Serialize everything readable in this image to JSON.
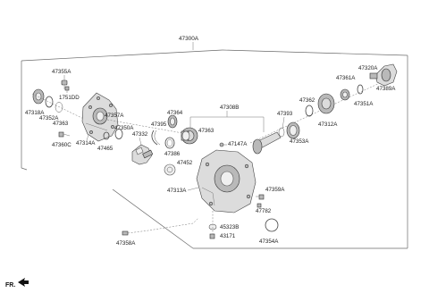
{
  "diagram": {
    "title": "47300A",
    "corner_label": "FR.",
    "labels": {
      "l47355A": "47355A",
      "l1751DD": "1751DD",
      "l47318A": "47318A",
      "l47352A": "47352A",
      "l47363a": "47363",
      "l47357A": "47357A",
      "l47350A": "47350A",
      "l47332": "47332",
      "l47360C": "47360C",
      "l47314A": "47314A",
      "l47465": "47465",
      "l47395": "47395",
      "l47364": "47364",
      "l47363b": "47363",
      "l47308B": "47308B",
      "l47147A": "47147A",
      "l47386": "47386",
      "l47452": "47452",
      "l47313A": "47313A",
      "l47359A": "47359A",
      "l47782": "47782",
      "l45323B": "45323B",
      "l43171": "43171",
      "l47354A": "47354A",
      "l47358A": "47358A",
      "l47393": "47393",
      "l47353A": "47353A",
      "l47362": "47362",
      "l47312A": "47312A",
      "l47361A": "47361A",
      "l47351A": "47351A",
      "l47320A": "47320A",
      "l47389A": "47389A"
    }
  }
}
